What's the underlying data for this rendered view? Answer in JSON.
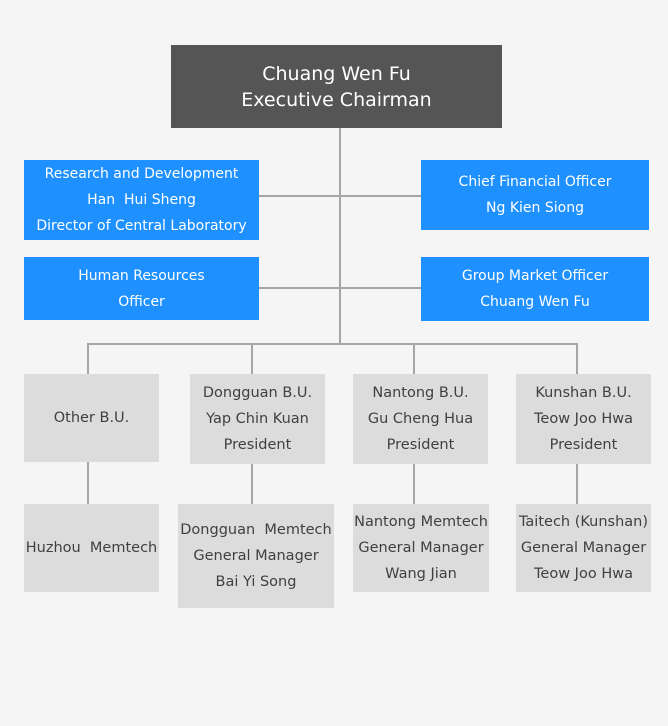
{
  "chairman": {
    "name": "Chuang Wen Fu",
    "title": "Executive Chairman"
  },
  "departments": {
    "rnd": {
      "line1": "Research and Development",
      "line2": "Han  Hui Sheng",
      "line3": "Director of Central Laboratory"
    },
    "cfo": {
      "line1": "Chief Financial Officer",
      "line2": "Ng Kien Siong"
    },
    "hr": {
      "line1": "Human Resources",
      "line2": "Officer"
    },
    "gmo": {
      "line1": "Group Market Officer",
      "line2": "Chuang Wen Fu"
    }
  },
  "business_units": {
    "other": {
      "line1": "Other B.U."
    },
    "dongguan": {
      "line1": "Dongguan B.U.",
      "line2": "Yap Chin Kuan",
      "line3": "President"
    },
    "nantong": {
      "line1": "Nantong B.U.",
      "line2": "Gu Cheng Hua",
      "line3": "President"
    },
    "kunshan": {
      "line1": "Kunshan B.U.",
      "line2": "Teow Joo Hwa",
      "line3": "President"
    }
  },
  "subsidiaries": {
    "huzhou": {
      "line1": "Huzhou  Memtech"
    },
    "dongguan": {
      "line1": "Dongguan  Memtech",
      "line2": "General Manager",
      "line3": "Bai Yi Song"
    },
    "nantong": {
      "line1": "Nantong Memtech",
      "line2": "General Manager",
      "line3": "Wang Jian"
    },
    "taitech": {
      "line1": "Taitech (Kunshan)",
      "line2": "General Manager",
      "line3": "Teow Joo Hwa"
    }
  }
}
